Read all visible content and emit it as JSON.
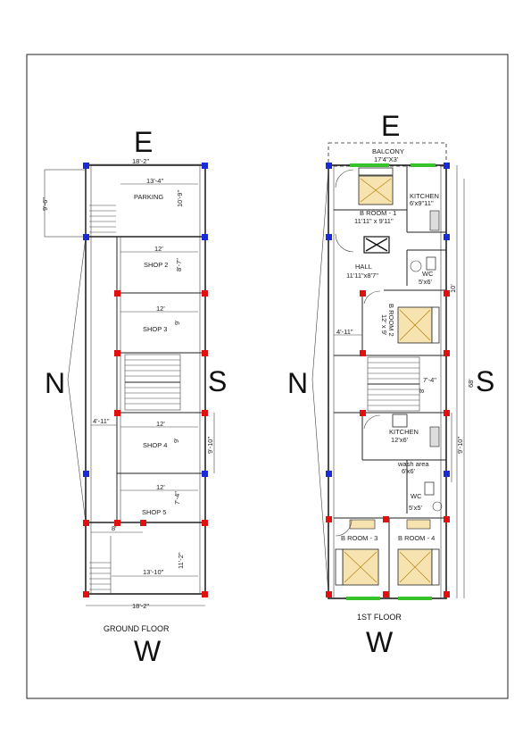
{
  "compass": {
    "east": "E",
    "west": "W",
    "north": "N",
    "south": "S"
  },
  "ground_floor": {
    "caption": "GROUND FLOOR",
    "dims": {
      "top_width": "18'-2\"",
      "parking_width": "13'-4\"",
      "parking_depth": "10'-9\"",
      "left_depth": "9'-6\"",
      "shop2_width": "12'",
      "shop2_depth": "8'-7\"",
      "shop3_width": "12'",
      "shop3_depth": "9'",
      "corridor": "4'-11\"",
      "shop4_width": "12'",
      "shop4_depth": "9'",
      "side_depth": "9'-10\"",
      "shop5_width": "12'",
      "shop5_depth": "7'-4\"",
      "small": "8'",
      "rear_width": "13'-10\"",
      "rear_depth": "11'-2\"",
      "bottom_width": "18'-2\""
    },
    "rooms": {
      "parking": "PARKING",
      "shop2": "SHOP 2",
      "shop3": "SHOP 3",
      "shop4": "SHOP 4",
      "shop5": "SHOP 5"
    }
  },
  "first_floor": {
    "caption": "1ST FLOOR",
    "rooms": {
      "balcony": "BALCONY",
      "balcony_size": "17'4\"X3'",
      "kitchen1": "KITCHEN",
      "kitchen1_size": "6'x9\"11\"",
      "broom1": "B ROOM - 1",
      "broom1_size": "11'11\" x 9'11\"",
      "hall": "HALL",
      "hall_size": "11'11\"x8'7\"",
      "wc1": "WC",
      "wc1_size": "5'x6'",
      "broom2": "B ROOM 2",
      "broom2_size": "12' x 9'",
      "kitchen2": "KITCHEN",
      "kitchen2_size": "12'x6'",
      "wash": "wash area",
      "wash_size": "6'x6'",
      "wc2": "WC",
      "wc2_size": "5'x5'",
      "broom3": "B ROOM - 3",
      "broom4": "B ROOM - 4"
    },
    "dims": {
      "corridor": "4'-11\"",
      "stair_w": "7'-4\"",
      "stair_d": "8'",
      "side_depth": "9'-10\"",
      "total_depth": "68'",
      "right_gap": "10'"
    }
  }
}
